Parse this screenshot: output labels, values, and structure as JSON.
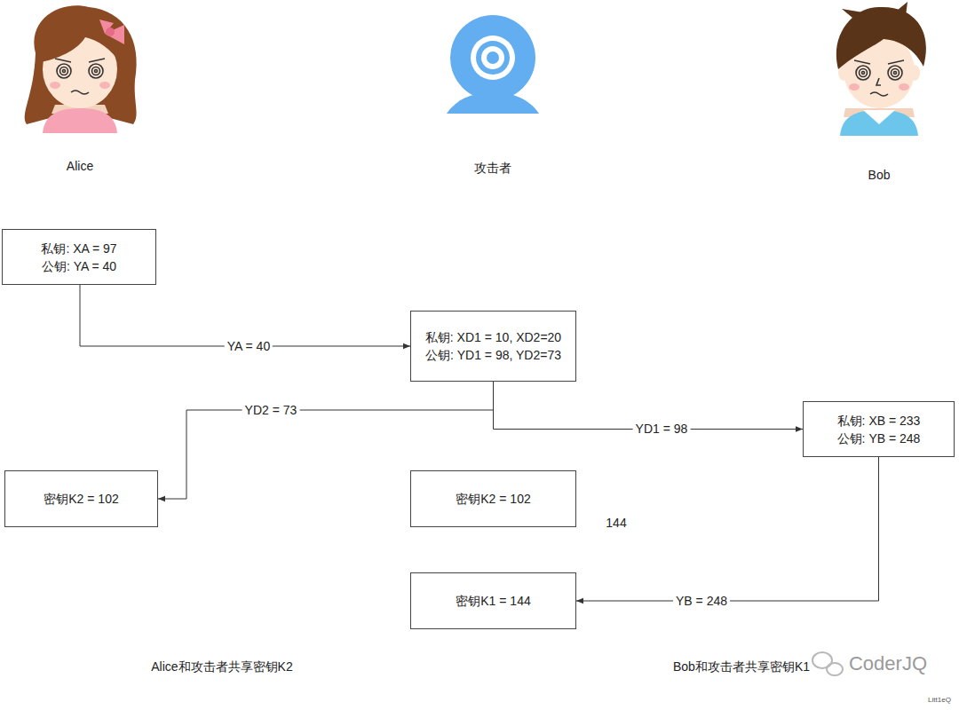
{
  "diagram": {
    "nodes": [
      {
        "text": [
          "私钥: XA = 97",
          "公钥: YA = 40"
        ]
      },
      {
        "text": [
          "私钥: XD1 = 10, XD2=20",
          "公钥: YD1 = 98, YD2=73"
        ]
      },
      {
        "text": [
          "私钥: XB = 233",
          "公钥: YB = 248"
        ]
      },
      {
        "text": [
          "密钥K2 = 102"
        ]
      },
      {
        "text": [
          "密钥K2 = 102"
        ]
      },
      {
        "text": [
          "密钥K1 = 144"
        ]
      }
    ],
    "edges": [
      {
        "from": 0,
        "to": 1,
        "arrow": "to",
        "label": "YA = 40"
      },
      {
        "from": 1,
        "to": 3,
        "arrow": "to",
        "label": "YD2 = 73"
      },
      {
        "from": 1,
        "to": 2,
        "arrow": "to",
        "label": "YD1 = 98"
      },
      {
        "from": 2,
        "to": 5,
        "arrow": "to",
        "label": "YB = 248"
      }
    ],
    "labels": [
      "Alice",
      "攻击者",
      "Bob",
      "144",
      "Alice和攻击者共享密钥K2",
      "Bob和攻击者共享密钥K1",
      "CoderJQ",
      "Litt1eQ"
    ]
  }
}
